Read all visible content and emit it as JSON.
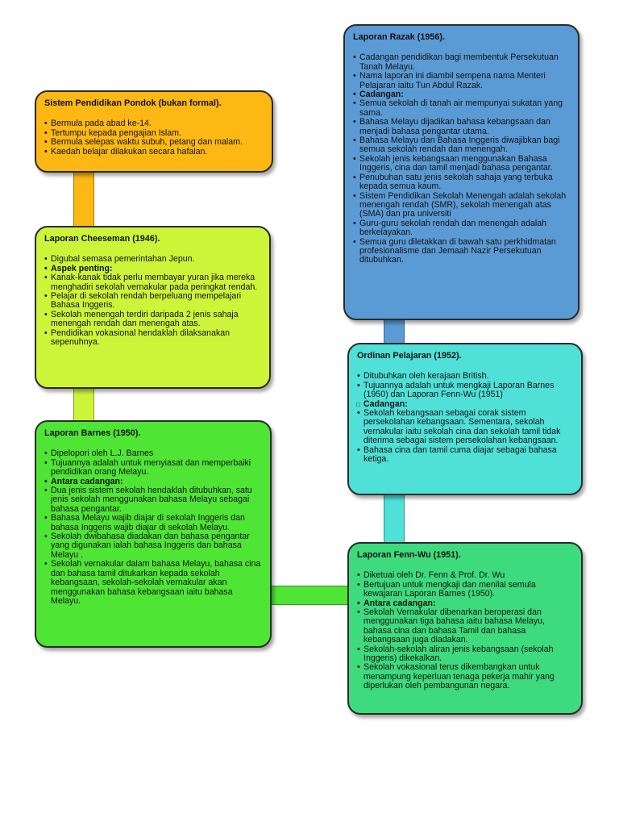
{
  "colors": {
    "pondok": "#fdb813",
    "cheeseman": "#ccf53a",
    "barnes": "#4fe534",
    "razak": "#5b9bd5",
    "ordinan": "#4fe0d8",
    "fennwu": "#3ddb7d"
  },
  "boxes": {
    "pondok": {
      "title": "Sistem Pendidikan Pondok (bukan formal).",
      "items": [
        "Bermula pada abad ke-14.",
        "Tertumpu kepada pengajian Islam.",
        "Bermula selepas waktu subuh, petang dan malam.",
        "Kaedah belajar dilakukan secara hafalan."
      ]
    },
    "cheeseman": {
      "title": "Laporan Cheeseman (1946).",
      "items": [
        "Digubal semasa pemerintahan Jepun.",
        "Aspek penting:",
        "Kanak-kanak tidak perlu membayar yuran jika mereka menghadiri sekolah vernakular pada peringkat rendah.",
        "Pelajar di sekolah rendah berpeluang mempelajari Bahasa Inggeris.",
        "Sekolah menengah terdiri daripada 2 jenis sahaja menengah rendah dan menengah atas.",
        "Pendidikan vokasional hendaklah dilaksanakan sepenuhnya."
      ]
    },
    "barnes": {
      "title": "Laporan Barnes (1950).",
      "items": [
        "Dipelopori oleh L.J. Barnes",
        "Tujuannya adalah untuk menyiasat dan memperbaiki pendidikan orang Melayu.",
        "Antara cadangan:",
        " Dua jenis sistem sekolah hendaklah ditubuhkan, satu jenis sekolah menggunakan bahasa Melayu sebagai bahasa pengantar.",
        "Bahasa Melayu wajib diajar di sekolah Inggeris dan bahasa Inggeris wajib diajar di sekolah Melayu.",
        "Sekolah dwibahasa diadakan dan bahasa pengantar yang digunakan ialah bahasa Inggeris dan bahasa Melayu .",
        "Sekolah vernakular dalam bahasa Melayu, bahasa cina dan bahasa tamil ditukarkan kepada sekolah kebangsaan, sekolah-sekolah vernakular akan menggunakan bahasa kebangsaan iaitu bahasa Melayu."
      ]
    },
    "razak": {
      "title": "Laporan Razak (1956).",
      "items": [
        "Cadangan pendidikan bagi membentuk Persekutuan Tanah Melayu.",
        "Nama laporan ini diambil sempena nama Menteri Pelajaran iaitu Tun Abdul Razak.",
        "Cadangan:",
        "Semua sekolah di tanah air mempunyai sukatan yang sama.",
        "Bahasa Melayu dijadikan bahasa kebangsaan dan menjadi bahasa pengantar utama.",
        "Bahasa Melayu dan Bahasa Inggeris diwajibkan bagi semua sekolah rendah dan menengah.",
        "Sekolah jenis kebangsaan menggunakan Bahasa Inggeris, cina dan tamil menjadi bahasa pengantar.",
        "Penubuhan satu jenis sekolah sahaja yang terbuka kepada semua kaum.",
        "Sistem Pendidikan Sekolah Menengah adalah sekolah menengah rendah (SMR), sekolah menengah atas (SMA) dan pra universiti",
        "Guru-guru sekolah rendah dan menengah adalah berkelayakan.",
        "Semua guru diletakkan di bawah satu perkhidmatan profesionalisme dan Jemaah Nazir Persekutuan ditubuhkan."
      ]
    },
    "ordinan": {
      "title": "Ordinan Pelajaran (1952).",
      "items": [
        "Ditubuhkan oleh kerajaan British.",
        "Tujuannya adalah untuk mengkaji Laporan Barnes (1950) dan Laporan Fenn-Wu (1951)",
        "Cadangan:",
        "Sekolah kebangsaan sebagai corak sistem persekolahan kebangsaan.  Sementara, sekolah vernakular iaitu sekolah cina dan sekolah tamil tidak diterima sebagai  sistem persekolahan kebangsaan.",
        "Bahasa cina dan tamil cuma diajar sebagai bahasa ketiga."
      ]
    },
    "fennwu": {
      "title": "Laporan Fenn-Wu (1951).",
      "items": [
        "Diketuai oleh Dr. Fenn & Prof. Dr. Wu",
        "Bertujuan untuk mengkaji dan menilai semula kewajaran Laporan Barnes (1950).",
        "Antara cadangan:",
        "Sekolah Vernakular dibenarkan beroperasi dan menggunakan tiga bahasa iaitu bahasa Melayu, bahasa cina dan bahasa Tamil dan bahasa kebangsaan juga diadakan.",
        "Sekolah-sekolah aliran jenis kebangsaan (sekolah Inggeris) dikekalkan.",
        "Sekolah vokasional terus dikembangkan untuk menampung keperluan tenaga pekerja mahir yang diperlukan oleh pembangunan negara."
      ]
    }
  }
}
